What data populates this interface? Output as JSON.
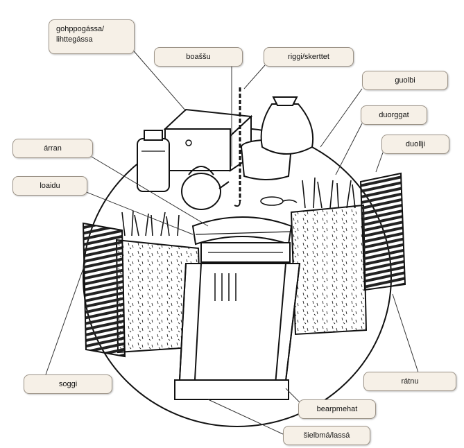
{
  "diagram": {
    "labels": {
      "gohppogassa_line1": "gohppogássa/",
      "gohppogassa_line2": "lihttegássa",
      "boassu": "boaššu",
      "riggi": "riggi/skerttet",
      "guolbi": "guolbi",
      "duorggat": "duorggat",
      "duollji": "duollji",
      "arran": "árran",
      "loaidu": "loaidu",
      "soggi": "soggi",
      "ratnu": "rátnu",
      "bearpmehat": "bearpmehat",
      "sielbma": "šielbmá/lassá"
    }
  }
}
